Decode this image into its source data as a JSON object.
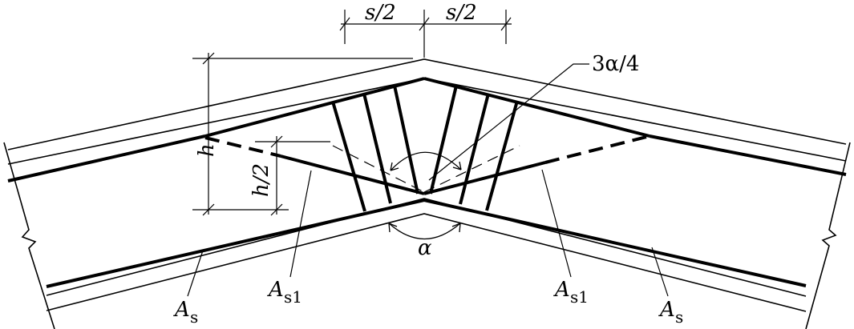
{
  "diagram": {
    "labels": {
      "dim_half_spacing_left": "s/2",
      "dim_half_spacing_right": "s/2",
      "angle_three_quarter": "3α/4",
      "height": "h",
      "half_height": "h/2",
      "angle_alpha": "α",
      "bar_as1_left_main": "A",
      "bar_as1_left_sub": "s1",
      "bar_as1_right_main": "A",
      "bar_as1_right_sub": "s1",
      "bar_as_left_main": "A",
      "bar_as_left_sub": "s",
      "bar_as_right_main": "A",
      "bar_as_right_sub": "s"
    },
    "colors": {
      "stroke": "#000000",
      "background": "#ffffff"
    }
  }
}
